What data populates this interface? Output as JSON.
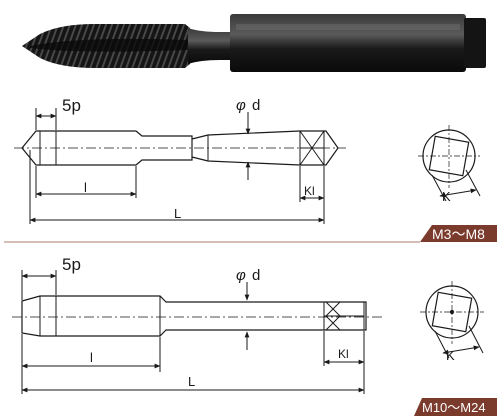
{
  "top_view": {
    "pitch_label": "5p",
    "diameter_symbol": "φ",
    "diameter_var": "d",
    "thread_len_label": "l",
    "total_len_label": "L",
    "square_len_label": "Kl",
    "square_width_label": "K",
    "size_range": "M3～M8"
  },
  "bottom_view": {
    "pitch_label": "5p",
    "diameter_symbol": "φ",
    "diameter_var": "d",
    "thread_len_label": "l",
    "total_len_label": "L",
    "square_len_label": "Kl",
    "square_width_label": "K",
    "size_range": "M10～M24"
  },
  "colors": {
    "badge": "#7a3a2c",
    "divider": "#c9a9a0",
    "line": "#1a1a1a",
    "tool": "#1c1c1c"
  }
}
